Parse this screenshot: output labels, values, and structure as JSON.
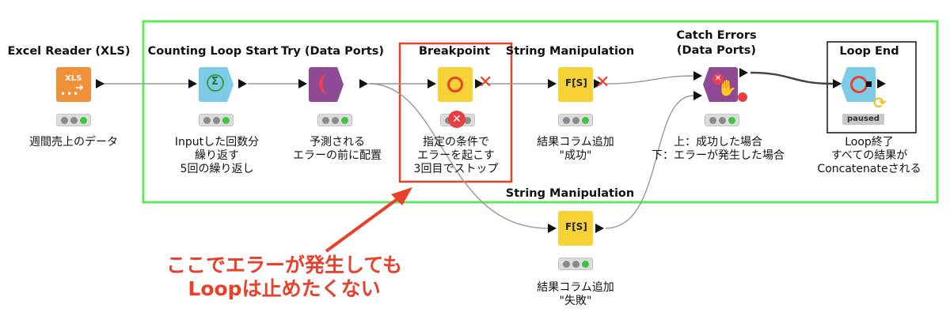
{
  "colors": {
    "accent_green": "#5ee85a",
    "annotation_red": "#e8402a",
    "reader_orange": "#f0913a",
    "loop_blue": "#7ccce8",
    "try_purple": "#8e4a95",
    "manip_yellow": "#f6d234",
    "status_green": "#3ec43e"
  },
  "nodes": {
    "excel_reader": {
      "title": "Excel Reader (XLS)",
      "icon_label": "XLS",
      "desc": "週間売上のデータ"
    },
    "loop_start": {
      "title": "Counting Loop Start",
      "icon_label": "Σ",
      "desc": "Inputした回数分\n繰り返す\n5回の繰り返し"
    },
    "try": {
      "title": "Try (Data Ports)",
      "desc": "予測される\nエラーの前に配置"
    },
    "breakpoint": {
      "title": "Breakpoint",
      "desc": "指定の条件で\nエラーを起こす\n3回目でストップ"
    },
    "string_manip_top": {
      "title": "String Manipulation",
      "icon_label": "F[S]",
      "desc": "結果コラム追加\n\"成功\""
    },
    "catch_errors": {
      "title": "Catch Errors\n(Data Ports)",
      "desc": "上：成功した場合\n下：エラーが発生した場合"
    },
    "loop_end": {
      "title": "Loop End",
      "badge": "paused",
      "desc": "Loop終了\nすべての結果が\nConcatenateされる"
    },
    "string_manip_bottom": {
      "title": "String Manipulation",
      "icon_label": "F[S]",
      "desc": "結果コラム追加\n\"失敗\""
    }
  },
  "annotation": {
    "line1": "ここでエラーが発生しても",
    "line2": "Loopは止めたくない"
  }
}
